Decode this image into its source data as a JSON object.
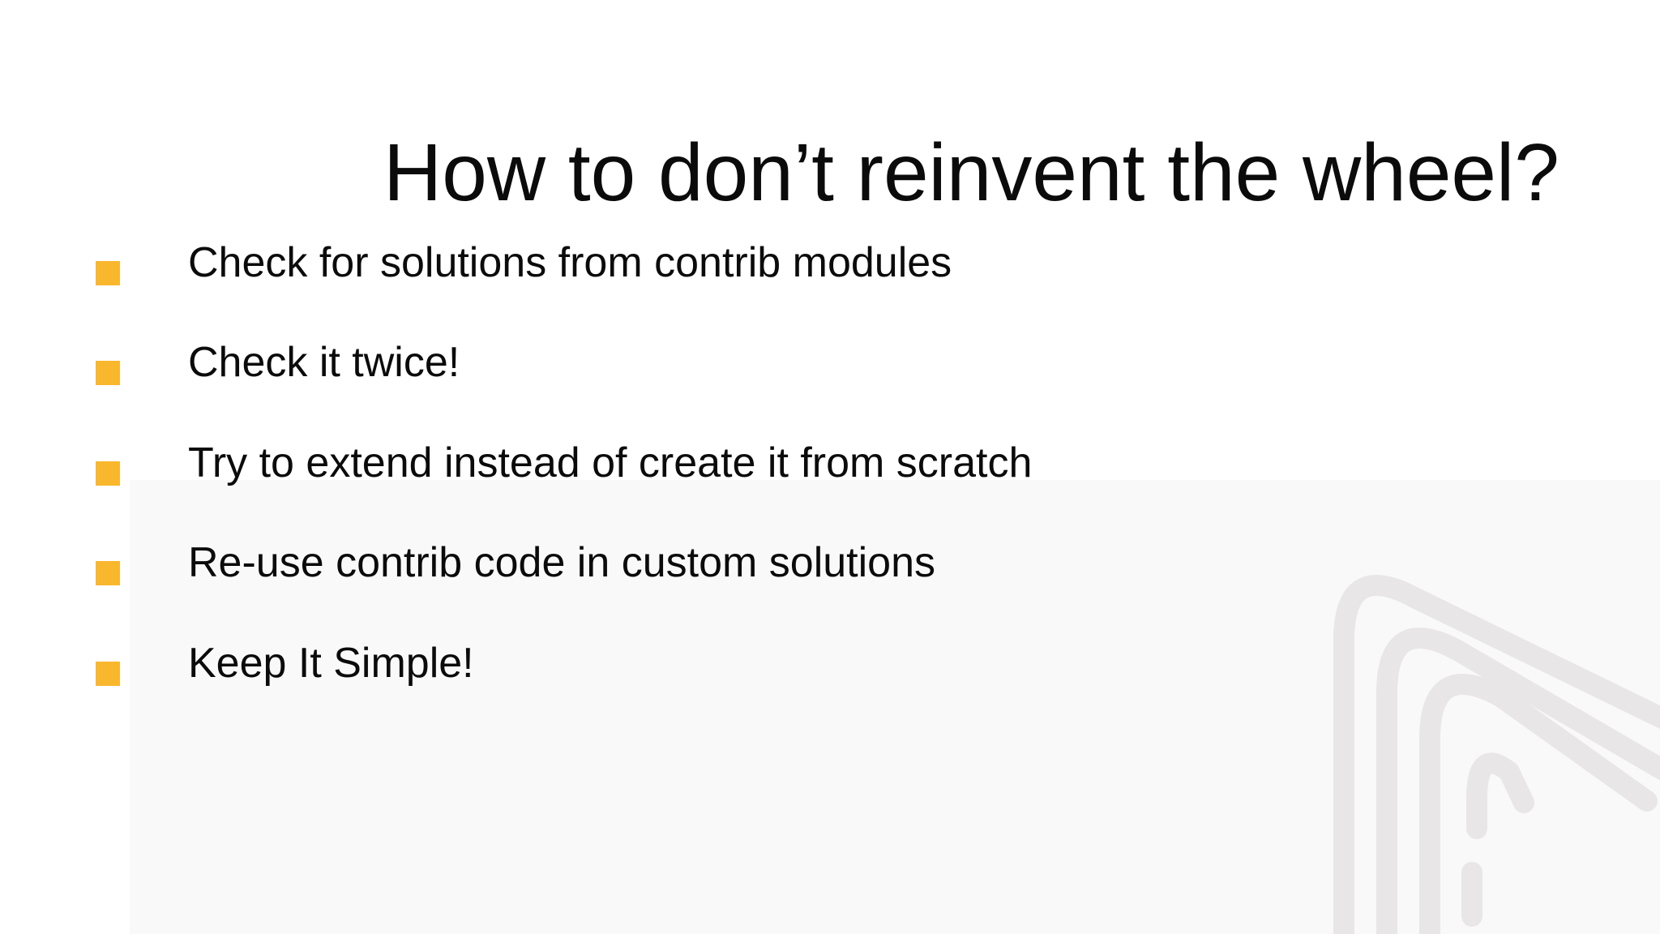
{
  "slide": {
    "title": "How to don’t reinvent the wheel?",
    "bullets": {
      "items": [
        "Check for solutions from contrib modules",
        "Check it twice!",
        "Try to extend instead of create it from scratch",
        "Re-use contrib code in custom solutions",
        "Keep It Simple!"
      ]
    },
    "watermark": {
      "icon": "nested-chevrons-a-logo",
      "color": "#E8E6E7"
    },
    "colors": {
      "background": "#FFFFFF",
      "panel_tint": "#FAF9F9",
      "bullet_square": "#F9B72E",
      "text": "#0B0B0B"
    }
  }
}
